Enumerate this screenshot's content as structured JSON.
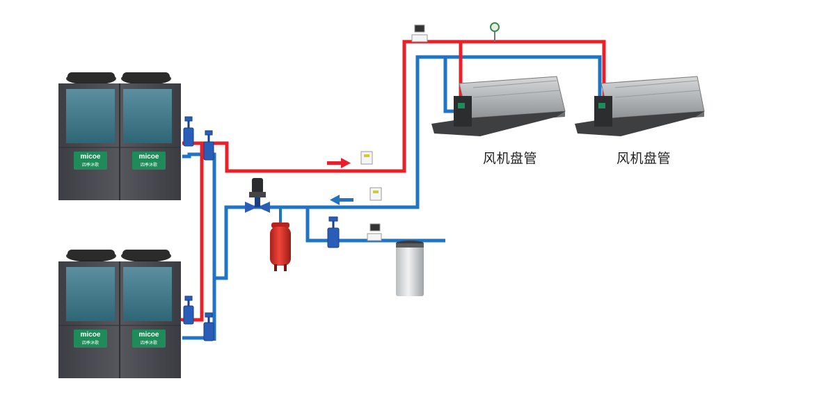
{
  "colors": {
    "supply_pipe": "#e8202a",
    "return_pipe": "#1f74c4",
    "valve": "#2a5db8",
    "expansion_tank": "#d8352a",
    "unit_body": "#4a4c52",
    "unit_coil": "#3f7d8f",
    "brand_badge": "#1f8a5a"
  },
  "heat_pumps": [
    {
      "brand": "micoe",
      "sub": "四季沐歌"
    },
    {
      "brand": "micoe",
      "sub": "四季沐歌"
    },
    {
      "brand": "micoe",
      "sub": "四季沐歌"
    },
    {
      "brand": "micoe",
      "sub": "四季沐歌"
    }
  ],
  "fan_coils": [
    {
      "label": "风机盘管"
    },
    {
      "label": "风机盘管"
    }
  ],
  "flow_arrows": [
    {
      "pipe": "supply",
      "direction": "right"
    },
    {
      "pipe": "return",
      "direction": "left"
    }
  ],
  "icons": [
    "heat-pump-unit",
    "gate-valve",
    "circulation-pump",
    "expansion-tank",
    "water-tank",
    "thermometer",
    "pressure-gauge",
    "controller"
  ]
}
